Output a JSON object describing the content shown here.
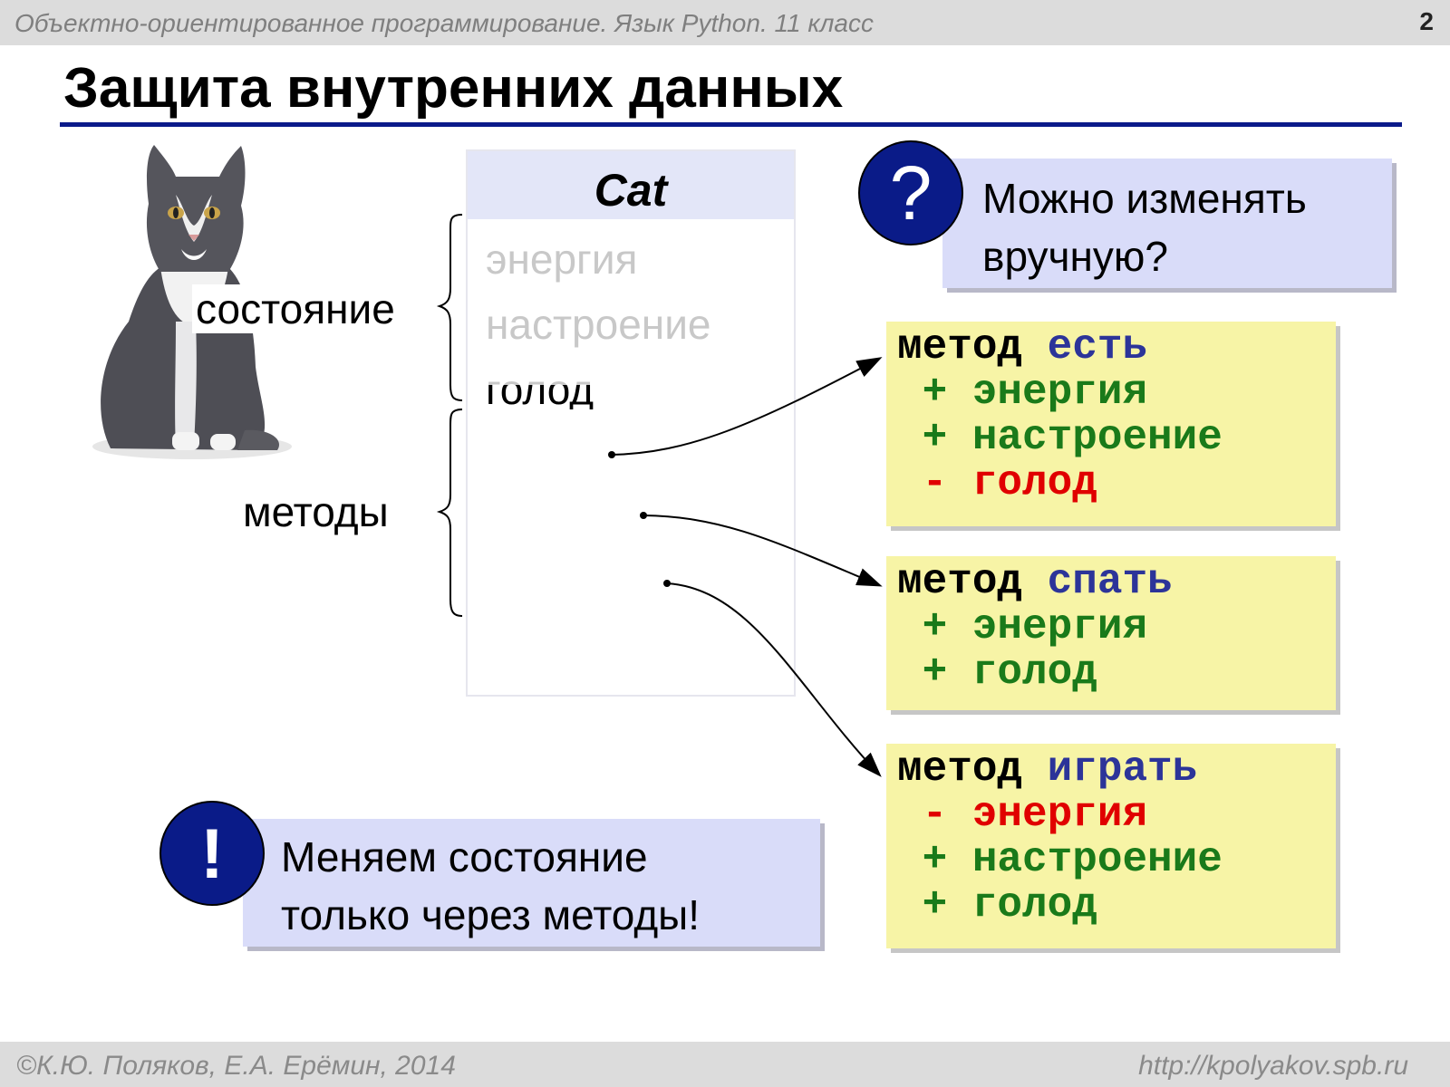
{
  "header": {
    "course": "Объектно-ориентированное программирование. Язык Python. 11 класс",
    "page_number": "2"
  },
  "title": "Защита внутренних данных",
  "diagram": {
    "state_label": "состояние",
    "methods_label": "методы",
    "class_name": "Cat",
    "attributes": [
      "энергия",
      "настроение",
      "голод"
    ]
  },
  "question": {
    "symbol": "?",
    "line1": "Можно изменять",
    "line2": "вручную?"
  },
  "methods": [
    {
      "keyword": "метод",
      "name": "есть",
      "effects": [
        {
          "sign": "+",
          "attr": "энергия"
        },
        {
          "sign": "+",
          "attr": "настроение"
        },
        {
          "sign": "-",
          "attr": "голод"
        }
      ]
    },
    {
      "keyword": "метод",
      "name": "спать",
      "effects": [
        {
          "sign": "+",
          "attr": "энергия"
        },
        {
          "sign": "+",
          "attr": "голод"
        }
      ]
    },
    {
      "keyword": "метод",
      "name": "играть",
      "effects": [
        {
          "sign": "-",
          "attr": "энергия"
        },
        {
          "sign": "+",
          "attr": "настроение"
        },
        {
          "sign": "+",
          "attr": "голод"
        }
      ]
    }
  ],
  "note": {
    "symbol": "!",
    "line1": "Меняем состояние",
    "line2": "только через методы!"
  },
  "footer": {
    "copyright": "©К.Ю. Поляков, Е.А. Ерёмин, 2014",
    "url": "http://kpolyakov.spb.ru"
  },
  "colors": {
    "title_underline": "#0b1a8a",
    "callout_bg": "#d9dcf9",
    "circle": "#0a1b88",
    "method_box_bg": "#f7f4a6",
    "method_name": "#2c3499",
    "plus": "#1a7a1a",
    "minus": "#e00000"
  },
  "icons": [
    "question-icon",
    "exclamation-icon",
    "cat-picture"
  ]
}
